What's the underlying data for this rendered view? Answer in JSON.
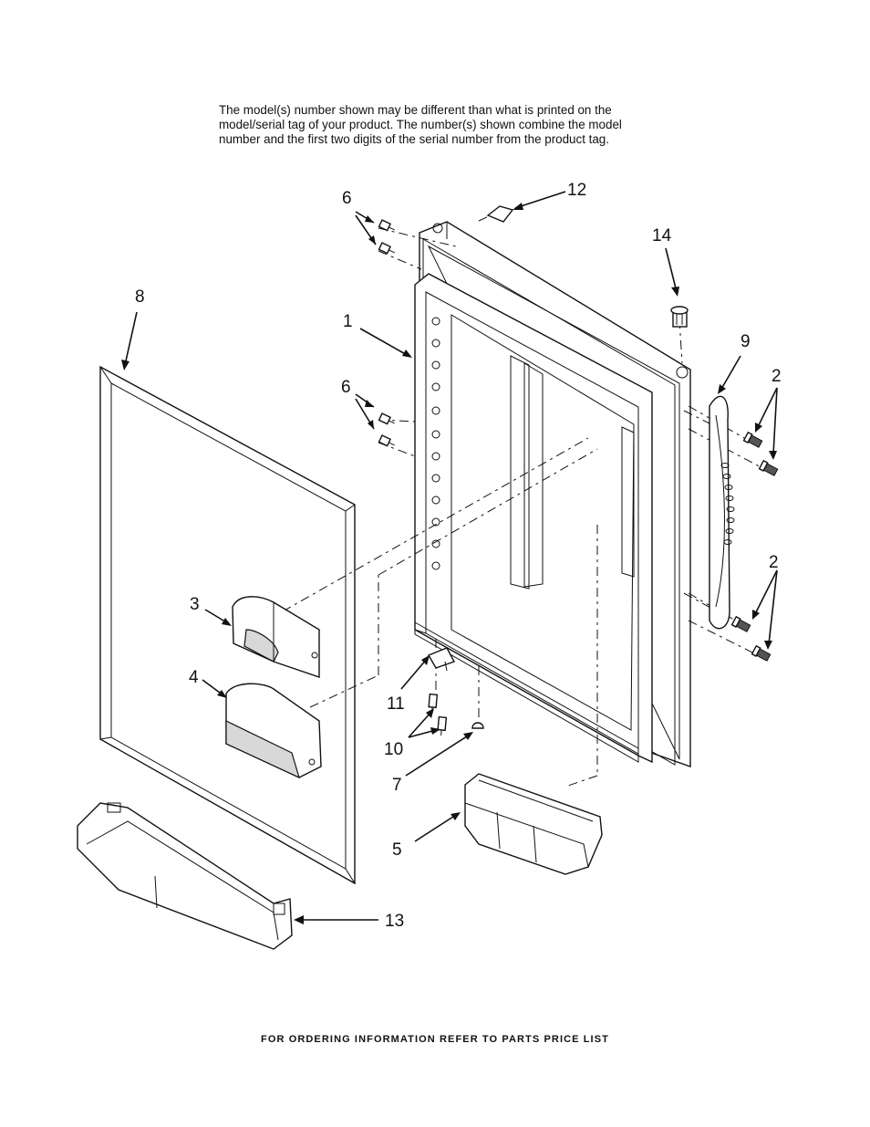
{
  "note": {
    "lines": [
      "The model(s) number shown may be different than what is printed on the",
      "model/serial tag of your product. The number(s) shown combine the model",
      "number and the first two digits of the serial number from the product tag."
    ]
  },
  "footer": "FOR ORDERING INFORMATION REFER TO PARTS PRICE LIST",
  "callouts": {
    "c1": "1",
    "c2a": "2",
    "c2b": "2",
    "c3": "3",
    "c4": "4",
    "c5": "5",
    "c6a": "6",
    "c6b": "6",
    "c7": "7",
    "c8": "8",
    "c9": "9",
    "c10": "10",
    "c11": "11",
    "c12": "12",
    "c13": "13",
    "c14": "14"
  }
}
